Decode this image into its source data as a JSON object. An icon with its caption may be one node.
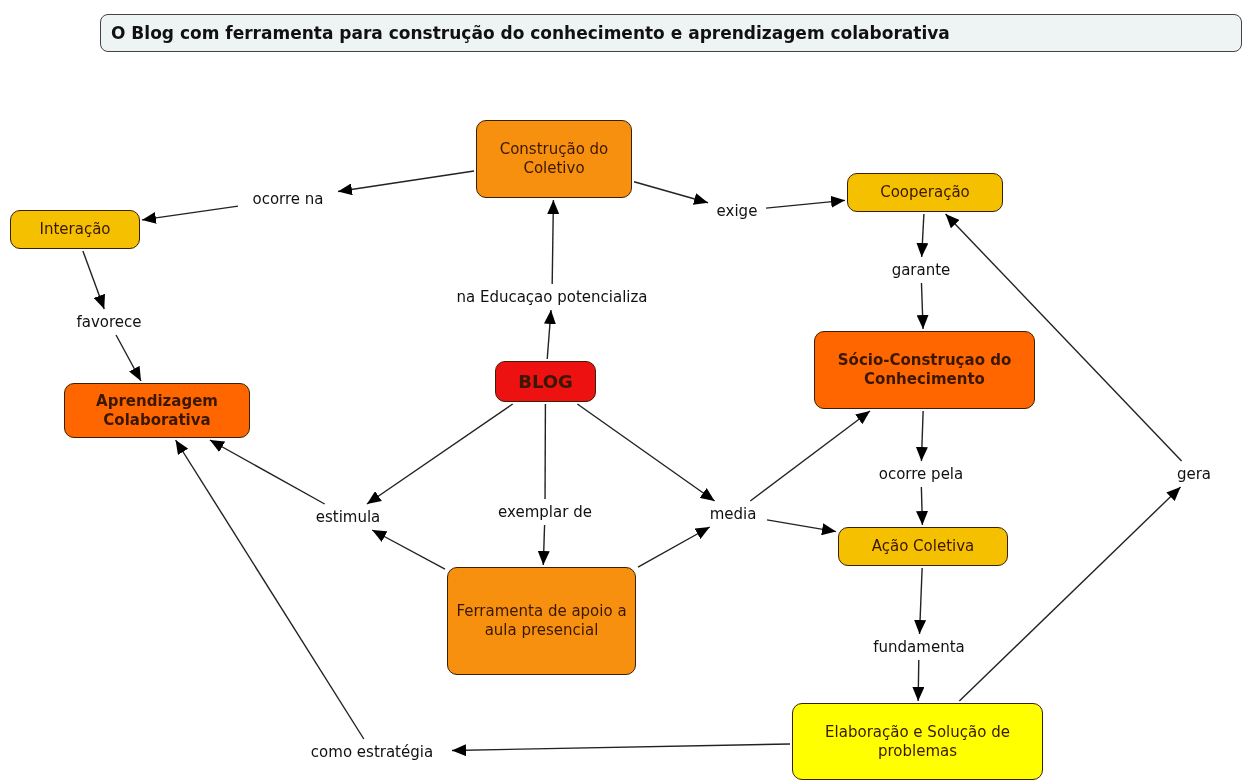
{
  "diagram": {
    "title": "O Blog com ferramenta para construção do conhecimento e aprendizagem colaborativa",
    "nodes": [
      {
        "text": [
          "Construção do Coletivo"
        ]
      },
      {
        "text": [
          "ocorre na"
        ]
      },
      {
        "text": [
          "exige"
        ]
      },
      {
        "text": [
          "Interação"
        ]
      },
      {
        "text": [
          "Cooperação"
        ]
      },
      {
        "text": [
          "garante"
        ]
      },
      {
        "text": [
          "na Educaçao potencializa"
        ]
      },
      {
        "text": [
          "favorece"
        ]
      },
      {
        "text": [
          "Sócio-Construçao do Conhecimento"
        ]
      },
      {
        "text": [
          "BLOG"
        ]
      },
      {
        "text": [
          "Aprendizagem Colaborativa"
        ]
      },
      {
        "text": [
          "ocorre pela"
        ]
      },
      {
        "text": [
          "gera"
        ]
      },
      {
        "text": [
          "estimula"
        ]
      },
      {
        "text": [
          "exemplar de"
        ]
      },
      {
        "text": [
          "media"
        ]
      },
      {
        "text": [
          "Ação Coletiva"
        ]
      },
      {
        "text": [
          "Ferramenta de apoio a aula presencial"
        ]
      },
      {
        "text": [
          "fundamenta"
        ]
      },
      {
        "text": [
          "Elaboração e Solução de problemas"
        ]
      },
      {
        "text": [
          "como estratégia"
        ]
      }
    ],
    "edges": [
      {
        "from": 0,
        "to": 1,
        "arrow": "to"
      },
      {
        "from": 1,
        "to": 3,
        "arrow": "to"
      },
      {
        "from": 0,
        "to": 2,
        "arrow": "to"
      },
      {
        "from": 2,
        "to": 4,
        "arrow": "to"
      },
      {
        "from": 3,
        "to": 7,
        "arrow": "to"
      },
      {
        "from": 7,
        "to": 10,
        "arrow": "to"
      },
      {
        "from": 9,
        "to": 6,
        "arrow": "to"
      },
      {
        "from": 6,
        "to": 0,
        "arrow": "to"
      },
      {
        "from": 4,
        "to": 5,
        "arrow": "to"
      },
      {
        "from": 5,
        "to": 8,
        "arrow": "to"
      },
      {
        "from": 9,
        "to": 13,
        "arrow": "to"
      },
      {
        "from": 13,
        "to": 10,
        "arrow": "to"
      },
      {
        "from": 17,
        "to": 13,
        "arrow": "to"
      },
      {
        "from": 9,
        "to": 14,
        "arrow": "none"
      },
      {
        "from": 14,
        "to": 17,
        "arrow": "to"
      },
      {
        "from": 9,
        "to": 15,
        "arrow": "to"
      },
      {
        "from": 17,
        "to": 15,
        "arrow": "to"
      },
      {
        "from": 15,
        "to": 8,
        "arrow": "to"
      },
      {
        "from": 15,
        "to": 16,
        "arrow": "to"
      },
      {
        "from": 8,
        "to": 11,
        "arrow": "to"
      },
      {
        "from": 11,
        "to": 16,
        "arrow": "to"
      },
      {
        "from": 16,
        "to": 18,
        "arrow": "to"
      },
      {
        "from": 18,
        "to": 19,
        "arrow": "to"
      },
      {
        "from": 19,
        "to": 12,
        "arrow": "to"
      },
      {
        "from": 12,
        "to": 4,
        "arrow": "to"
      },
      {
        "from": 19,
        "to": 20,
        "arrow": "to"
      },
      {
        "from": 20,
        "to": 10,
        "arrow": "to"
      }
    ]
  }
}
